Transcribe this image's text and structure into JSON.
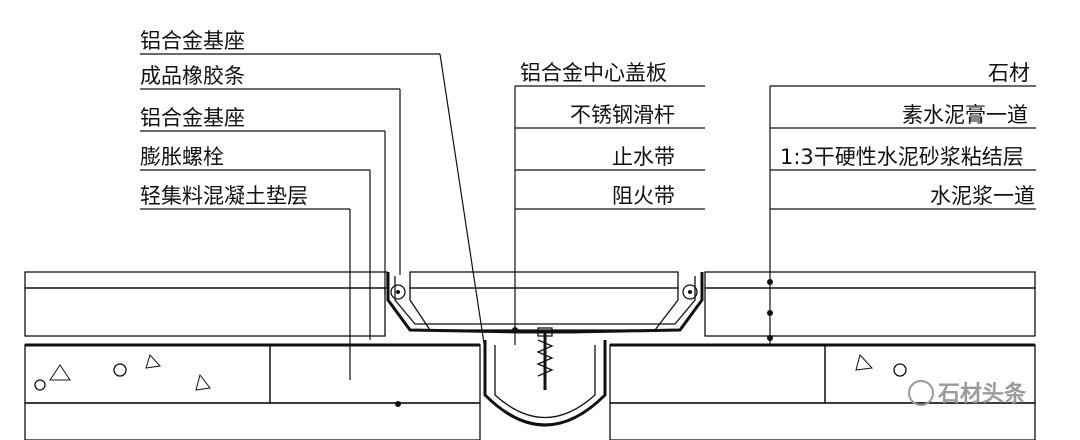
{
  "labels_left": [
    "铝合金基座",
    "成品橡胶条",
    "铝合金基座",
    "膨胀螺栓",
    "轻集料混凝土垫层"
  ],
  "labels_center": [
    "铝合金中心盖板",
    "不锈钢滑杆",
    "止水带",
    "阻火带"
  ],
  "labels_right": [
    "石材",
    "素水泥膏一道",
    "1:3干硬性水泥砂浆粘结层",
    "水泥浆一道"
  ],
  "watermark": "石材头条",
  "colors": {
    "line": "#111111",
    "watermark": "#9a9a9a"
  }
}
